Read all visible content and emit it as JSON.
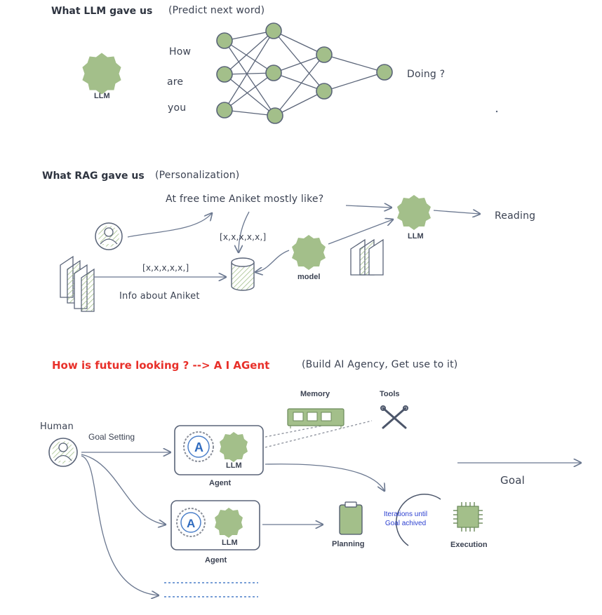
{
  "section1": {
    "title": "What LLM gave us",
    "subtitle": "(Predict next word)",
    "llm_label": "LLM",
    "inputs": [
      "How",
      "are",
      "you"
    ],
    "output": "Doing ?"
  },
  "section2": {
    "title": "What RAG gave us",
    "subtitle": "(Personalization)",
    "question": "At free time Aniket mostly like?",
    "vector_top": "[x,x,x,x,x,]",
    "vector_left": "[x,x,x,x,x,]",
    "info": "Info about Aniket",
    "model_label": "model",
    "llm_label": "LLM",
    "output": "Reading"
  },
  "section3": {
    "title": "How is future looking ? --> A I AGent",
    "subtitle": "(Build AI Agency, Get use to it)",
    "human_label": "Human",
    "goal_setting": "Goal Setting",
    "memory_label": "Memory",
    "tools_label": "Tools",
    "agent1": {
      "llm": "LLM",
      "label": "Agent"
    },
    "agent2": {
      "llm": "LLM",
      "label": "Agent"
    },
    "goal": "Goal",
    "iterations": "Iterations until Goal achived",
    "planning": "Planning",
    "execution": "Execution"
  },
  "colors": {
    "node_fill": "#a3bf8a",
    "node_stroke": "#6b8a5a",
    "line": "#6b7890",
    "accent_red": "#e8302a",
    "accent_blue": "#2b3fd0"
  }
}
